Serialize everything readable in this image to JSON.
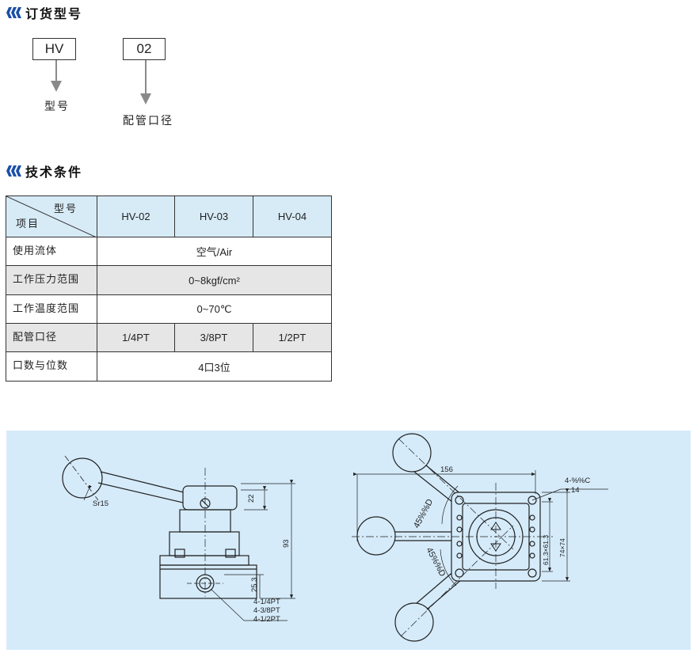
{
  "order_section": {
    "title": "订货型号",
    "code_boxes": [
      {
        "code": "HV",
        "label": "型号"
      },
      {
        "code": "02",
        "label": "配管口径"
      }
    ]
  },
  "tech_section": {
    "title": "技术条件",
    "table": {
      "corner_top": "型号",
      "corner_bottom": "项目",
      "models": [
        "HV-02",
        "HV-03",
        "HV-04"
      ],
      "rows": [
        {
          "label": "使用流体",
          "value": "空气/Air"
        },
        {
          "label": "工作压力范围",
          "value": "0~8kgf/cm²"
        },
        {
          "label": "工作温度范围",
          "value": "0~70℃"
        },
        {
          "label": "配管口径",
          "values": [
            "1/4PT",
            "3/8PT",
            "1/2PT"
          ]
        },
        {
          "label": "口数与位数",
          "value": "4口3位"
        }
      ]
    }
  },
  "drawing": {
    "side_view": {
      "sphere_radius": "Sr15",
      "dim_22": "22",
      "dim_93": "93",
      "dim_25_3": "25.3",
      "ports": [
        "4-1/4PT",
        "4-3/8PT",
        "4-1/2PT"
      ]
    },
    "top_view": {
      "dim_156": "156",
      "angle_top": "45%%D",
      "angle_bottom": "45%%D",
      "hole_spec": "4-%%C",
      "hole_dia": "14",
      "dim_61": "61.3×61.3",
      "dim_74": "74×74"
    }
  },
  "colors": {
    "accent": "#1b4fa8",
    "header_bg": "#d7ebf7",
    "panel_bg": "#d5ebfa",
    "row_shade": "#e6e6e6"
  }
}
